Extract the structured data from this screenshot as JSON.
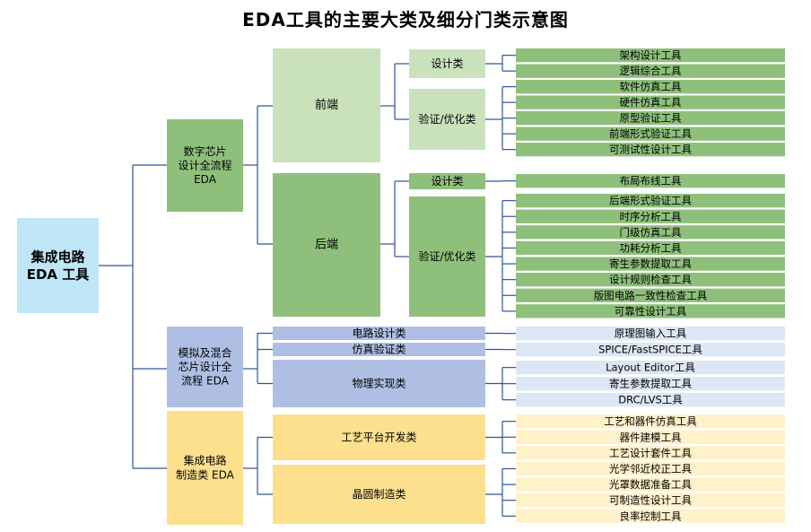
{
  "title": "EDA工具的主要大类及细分门类示意图",
  "colors": {
    "root": "#bfe6f7",
    "digital_dark": "#8ec07b",
    "digital_light": "#c9e2bb",
    "analog_mid": "#aebfe3",
    "analog_light": "#dde6f4",
    "manu_mid": "#fde08e",
    "manu_light": "#fff1c9",
    "line": "#2f5597"
  },
  "root": {
    "label_line1": "集成电路",
    "label_line2": "EDA 工具"
  },
  "categories": [
    {
      "lines": [
        "数字芯片",
        "设计全流程",
        "EDA"
      ],
      "stages": [
        {
          "label": "前端",
          "subgroups": [
            {
              "label": "设计类",
              "tools": [
                "架构设计工具",
                "逻辑综合工具"
              ]
            },
            {
              "label": "验证/优化类",
              "tools": [
                "软件仿真工具",
                "硬件仿真工具",
                "原型验证工具",
                "前端形式验证工具",
                "可测试性设计工具"
              ]
            }
          ]
        },
        {
          "label": "后端",
          "subgroups": [
            {
              "label": "设计类",
              "tools": [
                "布局布线工具"
              ]
            },
            {
              "label": "验证/优化类",
              "tools": [
                "后端形式验证工具",
                "时序分析工具",
                "门级仿真工具",
                "功耗分析工具",
                "寄生参数提取工具",
                "设计规则检查工具",
                "版图电路一致性检查工具",
                "可靠性设计工具"
              ]
            }
          ]
        }
      ]
    },
    {
      "lines": [
        "模拟及混合",
        "芯片设计全",
        "流程 EDA"
      ],
      "groups": [
        {
          "label": "电路设计类",
          "tools": [
            "原理图输入工具"
          ]
        },
        {
          "label": "仿真验证类",
          "tools": [
            "SPICE/FastSPICE工具"
          ]
        },
        {
          "label": "物理实现类",
          "tools": [
            "Layout Editor工具",
            "寄生参数提取工具",
            "DRC/LVS工具"
          ]
        }
      ]
    },
    {
      "lines": [
        "集成电路",
        "制造类 EDA"
      ],
      "groups": [
        {
          "label": "工艺平台开发类",
          "tools": [
            "工艺和器件仿真工具",
            "器件建模工具",
            "工艺设计套件工具"
          ]
        },
        {
          "label": "晶圆制造类",
          "tools": [
            "光学邻近校正工具",
            "光罩数据准备工具",
            "可制造性设计工具",
            "良率控制工具"
          ]
        }
      ]
    }
  ]
}
